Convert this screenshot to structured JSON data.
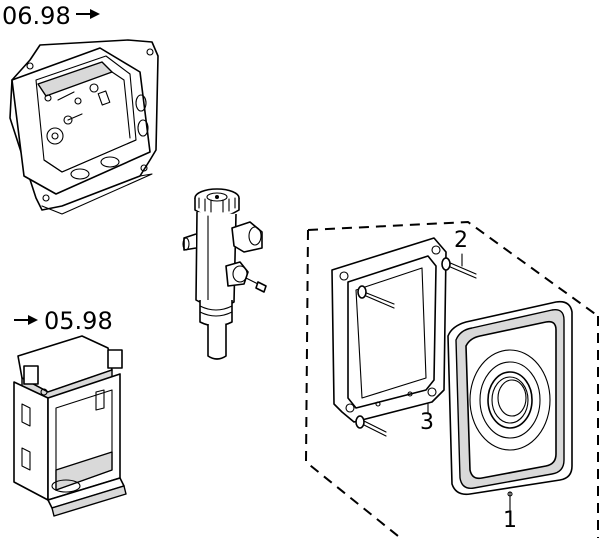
{
  "labels": {
    "date_top": "06.98",
    "date_bottom": "05.98",
    "part_1": "1",
    "part_2": "2",
    "part_3": "3"
  },
  "icons": [
    "arrow-right-icon",
    "arrow-right-icon"
  ],
  "colors": {
    "line": "#000000",
    "fill": "#ffffff",
    "shade": "#d9d9d9"
  }
}
